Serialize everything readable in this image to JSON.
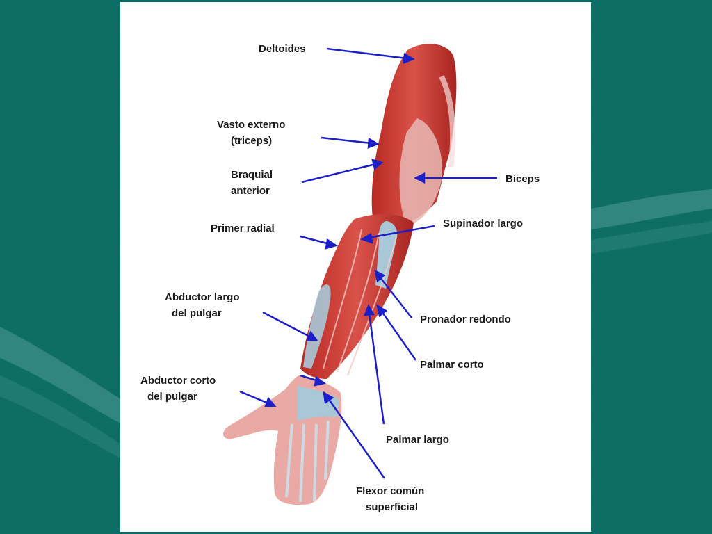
{
  "colors": {
    "background": "#0e6e66",
    "panel": "#ffffff",
    "arrow": "#1c1ec8",
    "muscle": "#c8322a",
    "tendon": "#a8c8d8",
    "label_text": "#1a1a1a"
  },
  "diagram": {
    "labels": {
      "deltoides": [
        "Deltoides"
      ],
      "vasto_externo": [
        "Vasto externo",
        "(triceps)"
      ],
      "braquial_anterior": [
        "Braquial",
        "anterior"
      ],
      "biceps": [
        "Biceps"
      ],
      "primer_radial": [
        "Primer radial"
      ],
      "supinador_largo": [
        "Supinador largo"
      ],
      "abductor_largo_pulgar": [
        "Abductor largo",
        "del pulgar"
      ],
      "pronador_redondo": [
        "Pronador redondo"
      ],
      "palmar_corto": [
        "Palmar corto"
      ],
      "abductor_corto_pulgar": [
        "Abductor corto",
        "del pulgar"
      ],
      "palmar_largo": [
        "Palmar largo"
      ],
      "flexor_comun_superficial": [
        "Flexor común",
        "superficial"
      ]
    }
  }
}
